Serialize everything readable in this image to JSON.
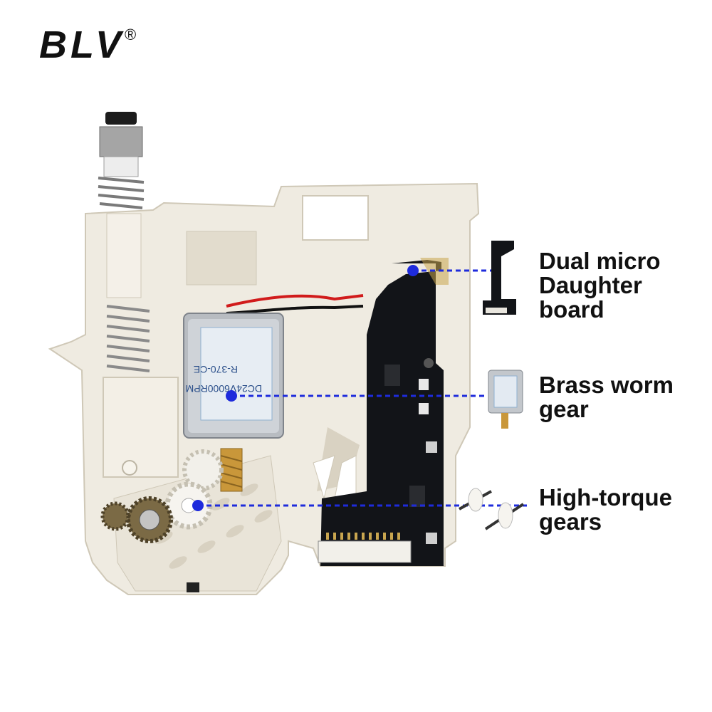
{
  "brand": {
    "name": "BLV",
    "mark": "®"
  },
  "callouts": [
    {
      "lines": [
        "Dual micro",
        "Daughter",
        "board"
      ],
      "icon": "daughter-board-thumbnail"
    },
    {
      "lines": [
        "Brass worm",
        "gear"
      ],
      "icon": "motor-thumbnail"
    },
    {
      "lines": [
        "High-torque",
        "gears"
      ],
      "icon": "gears-thumbnail"
    }
  ],
  "motor_label": {
    "line1": "R-370-CE",
    "line2": "DC24V6000RPM"
  },
  "colors": {
    "pointer": "#1e2bdc",
    "dashes": "#1e2bdc",
    "housing": "#efebe1",
    "pcb": "#121418",
    "brass": "#c9973a"
  }
}
